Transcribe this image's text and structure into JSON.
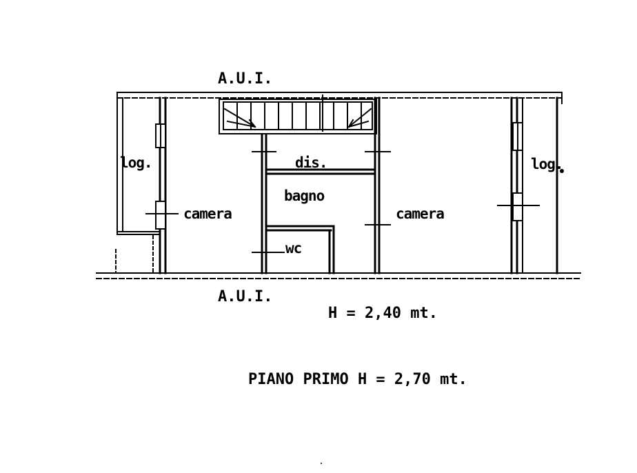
{
  "labels": {
    "aui_top": "A.U.I.",
    "aui_bottom": "A.U.I.",
    "loggia_left": "log.",
    "loggia_right": "log.",
    "camera_left": "camera",
    "camera_right": "camera",
    "disimpegno": "dis.",
    "bagno": "bagno",
    "wc": "wc",
    "height_note": "H = 2,40 mt.",
    "floor_caption": "PIANO PRIMO H = 2,70 mt."
  },
  "colors": {
    "ink": "#000000",
    "paper": "#ffffff"
  }
}
